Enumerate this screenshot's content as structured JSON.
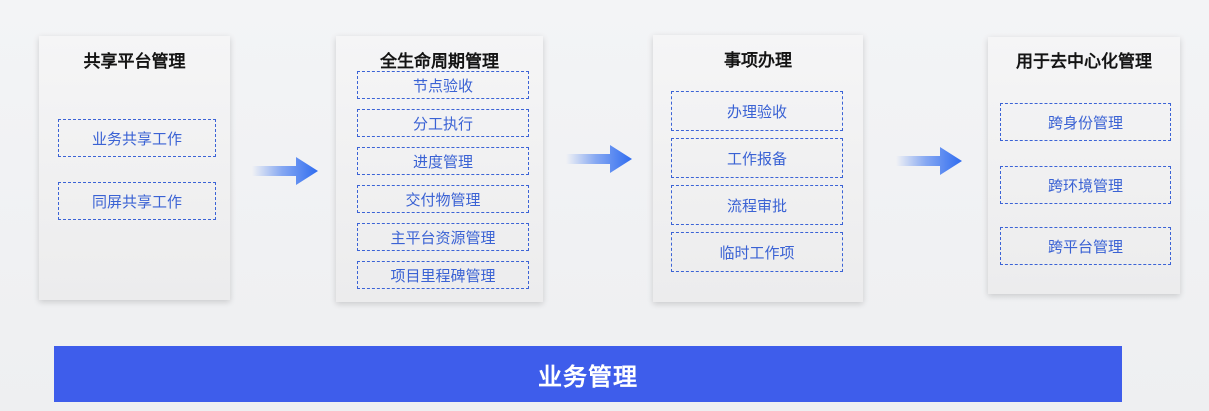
{
  "flow": {
    "cards": [
      {
        "title": "共享平台管理",
        "items": [
          "业务共享工作",
          "同屏共享工作"
        ]
      },
      {
        "title": "全生命周期管理",
        "items": [
          "节点验收",
          "分工执行",
          "进度管理",
          "交付物管理",
          "主平台资源管理",
          "项目里程碑管理"
        ]
      },
      {
        "title": "事项办理",
        "items": [
          "办理验收",
          "工作报备",
          "流程审批",
          "临时工作项"
        ]
      },
      {
        "title": "用于去中心化管理",
        "items": [
          "跨身份管理",
          "跨环境管理",
          "跨平台管理"
        ]
      }
    ],
    "bottom_label": "业务管理"
  },
  "colors": {
    "accent_blue": "#3e5deb",
    "item_border": "#3b63d6",
    "item_text": "#3a62d4",
    "arrow_blue": "#2f6cf0"
  },
  "icons": {
    "connector": "right-arrow-icon"
  }
}
